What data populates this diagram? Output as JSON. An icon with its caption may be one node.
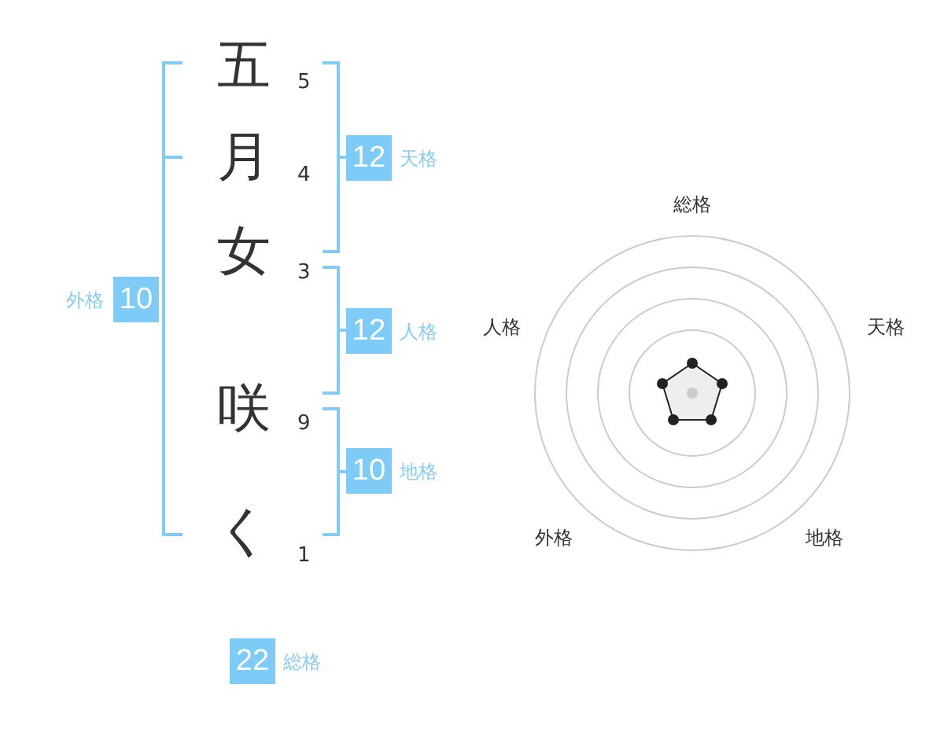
{
  "diagram": {
    "nodes": [
      {
        "text": [
          "12"
        ],
        "beside": [
          "天格"
        ]
      },
      {
        "text": [
          "10"
        ],
        "beside": [
          "外格"
        ]
      },
      {
        "text": [
          "12"
        ],
        "beside": [
          "人格"
        ]
      },
      {
        "text": [
          "10"
        ],
        "beside": [
          "地格"
        ]
      },
      {
        "text": [
          "22"
        ],
        "beside": [
          "総格"
        ]
      }
    ],
    "labels": [
      "五",
      "5",
      "月",
      "4",
      "女",
      "3",
      "咲",
      "9",
      "く",
      "1",
      "総格",
      "人格",
      "天格",
      "外格",
      "地格"
    ]
  }
}
